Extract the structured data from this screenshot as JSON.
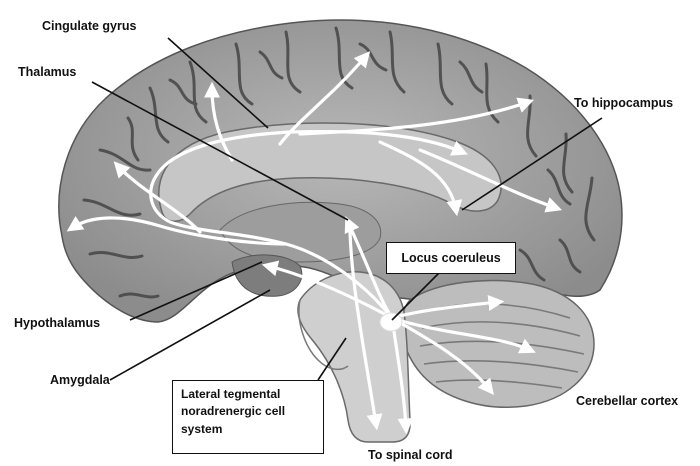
{
  "labels": {
    "cingulate_gyrus": "Cingulate gyrus",
    "thalamus": "Thalamus",
    "to_hippocampus": "To hippocampus",
    "locus_coeruleus": "Locus coeruleus",
    "hypothalamus": "Hypothalamus",
    "amygdala": "Amygdala",
    "lateral_tegmental": [
      "Lateral tegmental",
      "noradrenergic cell",
      "system"
    ],
    "cerebellar_cortex": "Cerebellar cortex",
    "to_spinal_cord": "To spinal cord"
  },
  "colors": {
    "background": "#ffffff",
    "cortex": "#a9a9a9",
    "sulci": "#4a4a4a",
    "corpus_callosum": "#c4c4c4",
    "brainstem": "#cdcdcd",
    "cerebellum": "#bdbdbd",
    "pathways": "#ffffff",
    "leader_lines": "#111111"
  }
}
